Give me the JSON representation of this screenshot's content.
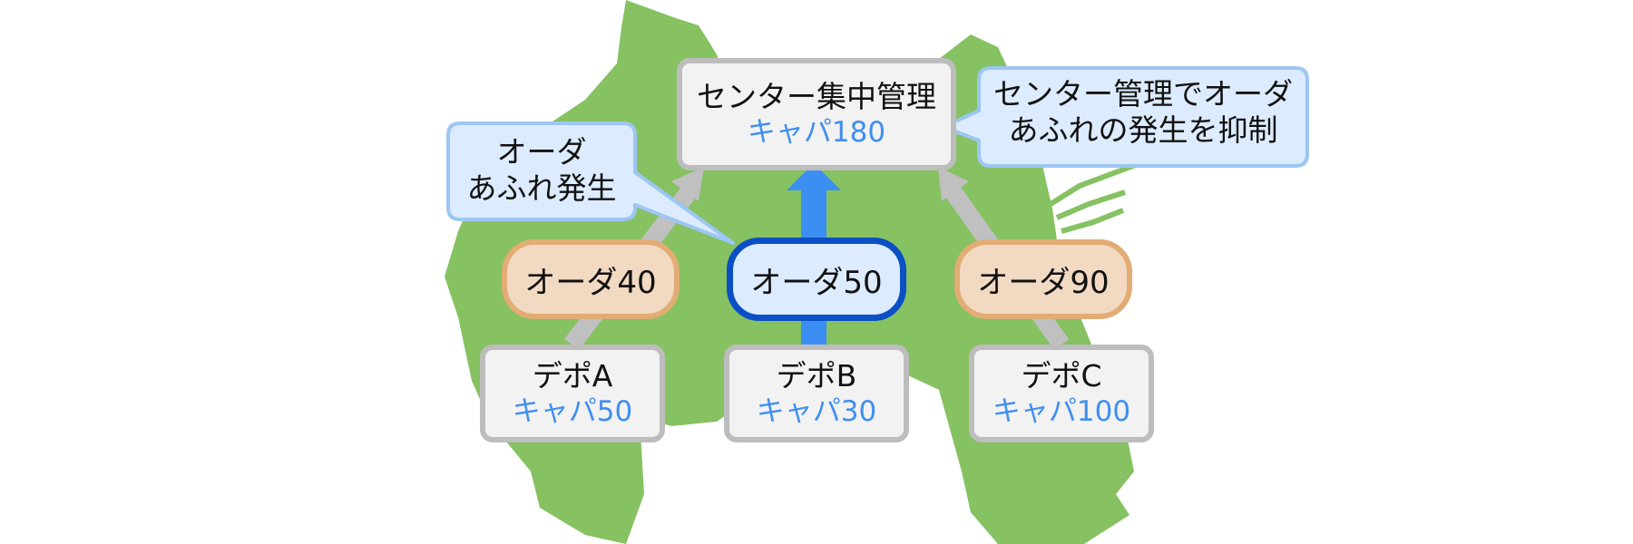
{
  "center": {
    "title": "センター集中管理",
    "capacity": "キャパ180"
  },
  "callout_left": {
    "line1": "オーダ",
    "line2": "あふれ発生"
  },
  "callout_right": {
    "line1": "センター管理でオーダ",
    "line2": "あふれの発生を抑制"
  },
  "orders": [
    {
      "label": "オーダ40"
    },
    {
      "label": "オーダ50"
    },
    {
      "label": "オーダ90"
    }
  ],
  "depots": [
    {
      "name": "デポA",
      "capacity": "キャパ50"
    },
    {
      "name": "デポB",
      "capacity": "キャパ30"
    },
    {
      "name": "デポC",
      "capacity": "キャパ100"
    }
  ],
  "colors": {
    "map": "#86c162",
    "box_border": "#bdbdbd",
    "box_fill": "#f2f2f2",
    "capacity_text": "#3f8ef0",
    "order_fill": "#f2d9c2",
    "order_border": "#e2ac75",
    "active_order_border": "#0b4fc4",
    "active_arrow": "#3b8ff2",
    "inactive_arrow": "#c0c0c0",
    "callout_fill": "#dcebfd",
    "callout_border": "#9cc6f3"
  }
}
